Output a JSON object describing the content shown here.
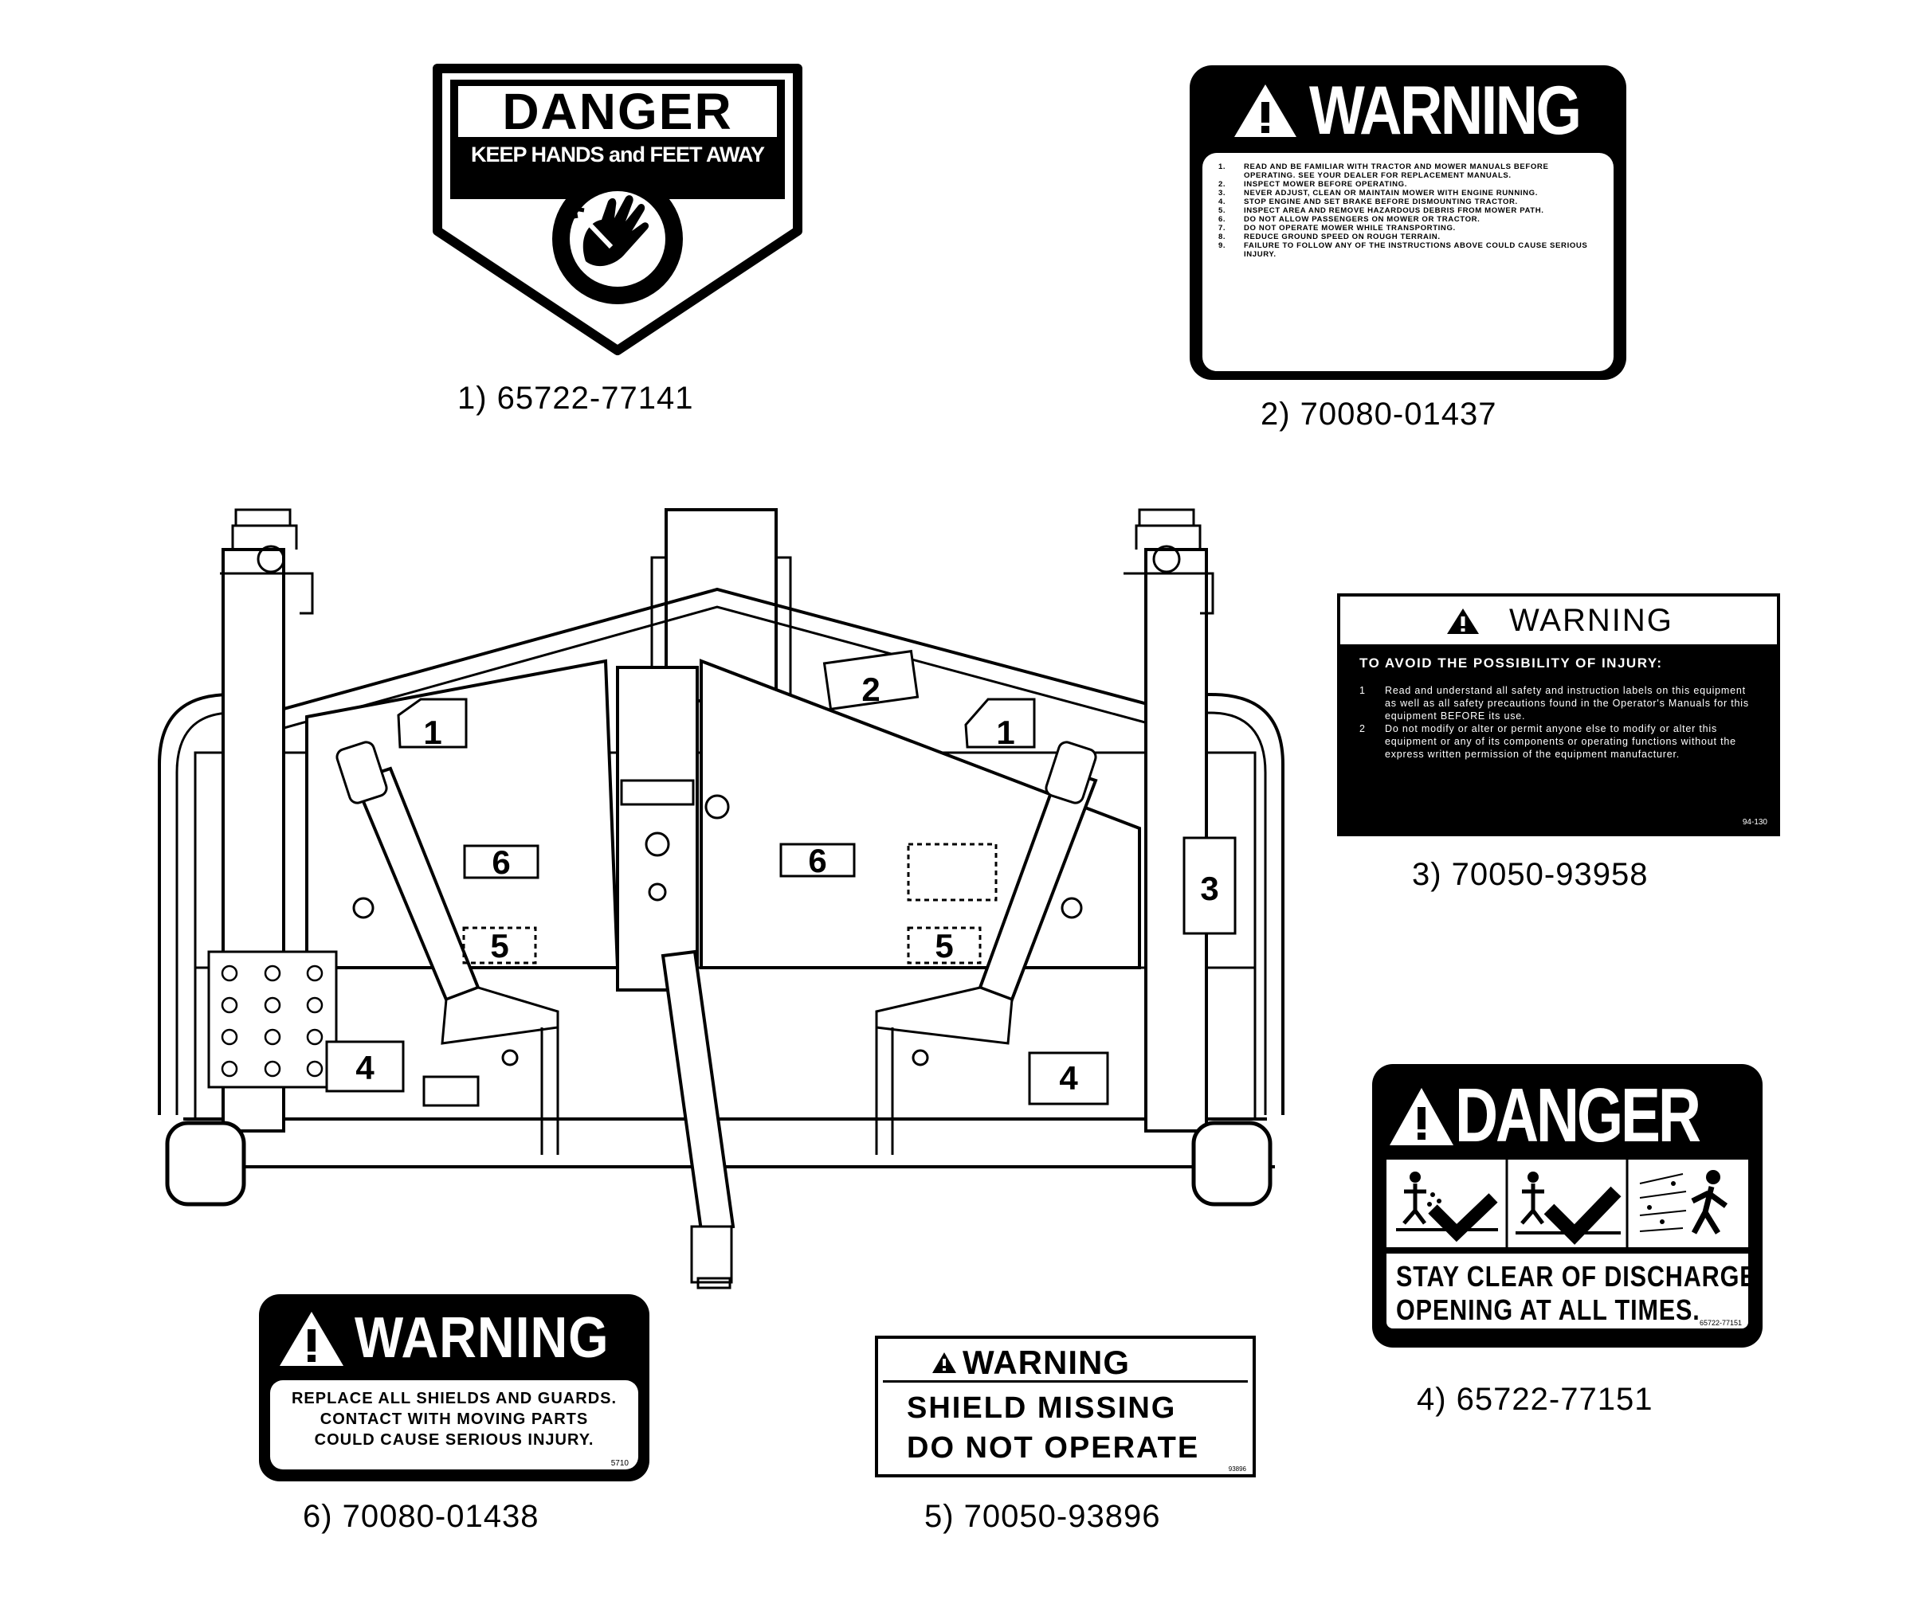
{
  "decal1": {
    "title": "DANGER",
    "subtitle": "KEEP HANDS and FEET AWAY",
    "caption": "1)  65722-77141"
  },
  "decal2": {
    "title": "WARNING",
    "items": [
      {
        "n": "1.",
        "text": "READ AND BE FAMILIAR WITH TRACTOR AND MOWER MANUALS BEFORE OPERATING. SEE YOUR DEALER FOR REPLACEMENT MANUALS."
      },
      {
        "n": "2.",
        "text": "INSPECT MOWER BEFORE OPERATING."
      },
      {
        "n": "3.",
        "text": "NEVER ADJUST, CLEAN OR MAINTAIN MOWER WITH ENGINE RUNNING."
      },
      {
        "n": "4.",
        "text": "STOP ENGINE AND SET BRAKE BEFORE DISMOUNTING TRACTOR."
      },
      {
        "n": "5.",
        "text": "INSPECT AREA AND REMOVE HAZARDOUS DEBRIS FROM MOWER PATH."
      },
      {
        "n": "6.",
        "text": "DO NOT ALLOW PASSENGERS ON MOWER OR TRACTOR."
      },
      {
        "n": "7.",
        "text": "DO NOT OPERATE MOWER WHILE TRANSPORTING."
      },
      {
        "n": "8.",
        "text": "REDUCE GROUND SPEED ON ROUGH TERRAIN."
      },
      {
        "n": "9.",
        "text": "FAILURE TO FOLLOW ANY OF THE INSTRUCTIONS ABOVE COULD CAUSE SERIOUS INJURY."
      }
    ],
    "caption": "2)  70080-01437"
  },
  "decal3": {
    "title": "WARNING",
    "heading": "TO AVOID THE POSSIBILITY OF INJURY:",
    "items": [
      {
        "n": "1",
        "text": "Read and understand all safety and instruction labels on this equipment as well as all safety precautions found in the Operator's Manuals for this equipment BEFORE its use."
      },
      {
        "n": "2",
        "text": "Do not modify or alter or permit anyone else to modify or alter this equipment or any of its components or operating functions without the express written permission of the equipment manufacturer."
      }
    ],
    "code": "94-130",
    "caption": "3)  70050-93958"
  },
  "decal4": {
    "title": "DANGER",
    "line1": "STAY CLEAR OF DISCHARGE",
    "line2": "OPENING AT ALL TIMES.",
    "code": "65722-77151",
    "caption": "4)  65722-77151"
  },
  "decal5": {
    "title": "WARNING",
    "line1": "SHIELD MISSING",
    "line2": "DO NOT OPERATE",
    "code": "93896",
    "caption": "5)  70050-93896"
  },
  "decal6": {
    "title": "WARNING",
    "line1": "REPLACE ALL SHIELDS AND GUARDS.",
    "line2": "CONTACT WITH MOVING PARTS",
    "line3": "COULD CAUSE SERIOUS INJURY.",
    "code": "5710",
    "caption": "6)  70080-01438"
  },
  "mower": {
    "label_1": "1",
    "label_2": "2",
    "label_3": "3",
    "label_4": "4",
    "label_5": "5",
    "label_6": "6"
  }
}
